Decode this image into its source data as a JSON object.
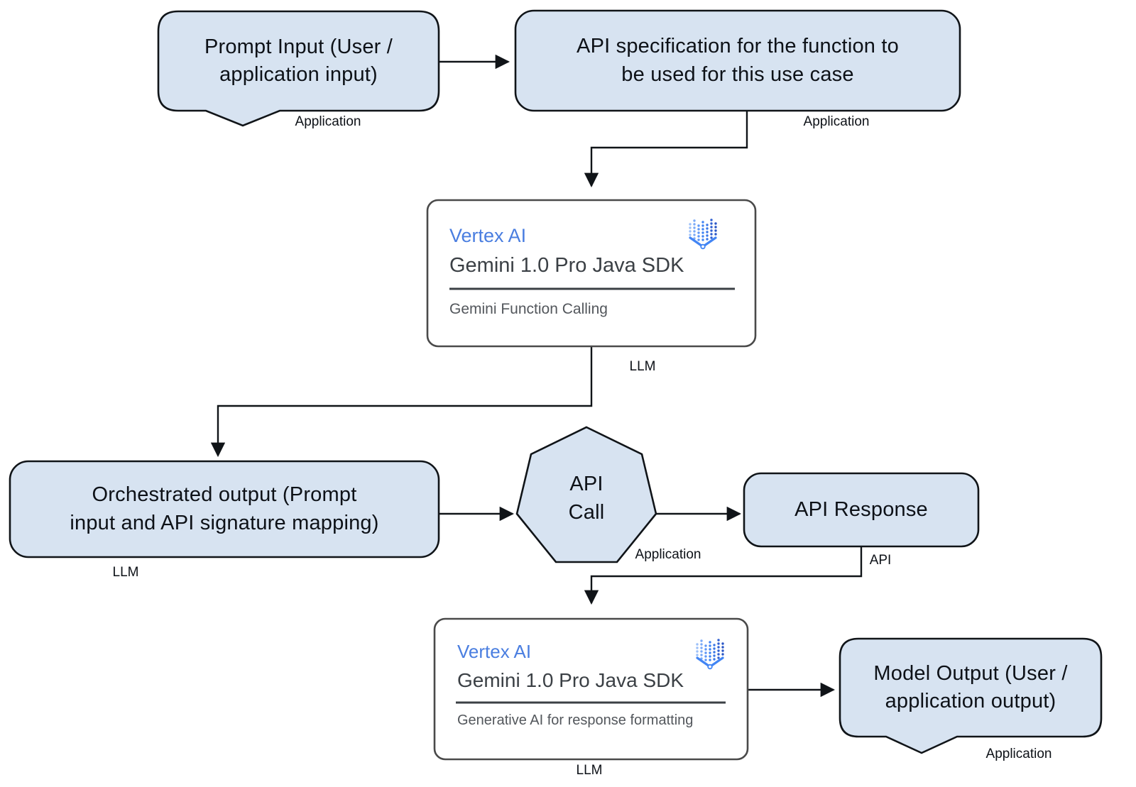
{
  "nodes": {
    "prompt_input": {
      "lines": [
        "Prompt Input (User /",
        "application input)"
      ],
      "tag": "Application"
    },
    "api_spec": {
      "lines": [
        "API specification for the function to",
        "be used for this use case"
      ],
      "tag": "Application"
    },
    "llm_card_top": {
      "product": "Vertex AI",
      "sdk": "Gemini 1.0 Pro Java SDK",
      "caption": "Gemini Function Calling",
      "tag": "LLM"
    },
    "orchestrated_output": {
      "lines": [
        "Orchestrated output (Prompt",
        "input and API signature mapping)"
      ],
      "tag": "LLM"
    },
    "api_call": {
      "lines": [
        "API",
        "Call"
      ],
      "tag": "Application"
    },
    "api_response": {
      "label": "API Response",
      "tag": "API"
    },
    "llm_card_bottom": {
      "product": "Vertex AI",
      "sdk": "Gemini 1.0 Pro Java SDK",
      "caption": "Generative AI for response formatting",
      "tag": "LLM"
    },
    "model_output": {
      "lines": [
        "Model Output (User /",
        "application output)"
      ],
      "tag": "Application"
    }
  },
  "icons": {
    "vertex_ai": "vertex-ai-logo"
  },
  "colors": {
    "node_fill": "#d7e3f1",
    "node_stroke": "#101418",
    "card_fill": "#ffffff",
    "card_stroke": "#4a4a4a",
    "vertex_blue": "#4a7ee0",
    "sdk_text": "#3b4045",
    "caption_text": "#53575c",
    "connector": "#101418"
  }
}
